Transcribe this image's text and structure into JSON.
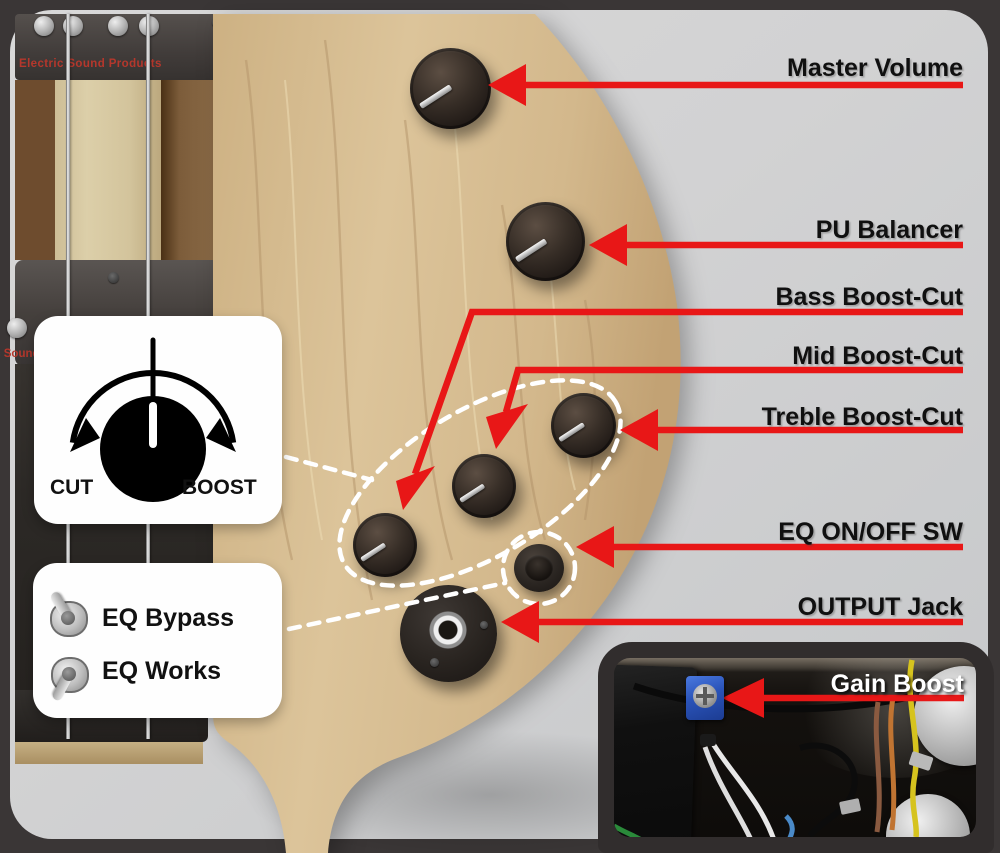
{
  "callouts": [
    {
      "label": "Master Volume"
    },
    {
      "label": "PU Balancer"
    },
    {
      "label": "Bass Boost-Cut"
    },
    {
      "label": "Mid Boost-Cut"
    },
    {
      "label": "Treble Boost-Cut"
    },
    {
      "label": "EQ ON/OFF SW"
    },
    {
      "label": "OUTPUT Jack"
    },
    {
      "label": "Gain Boost"
    }
  ],
  "knob_diagram": {
    "cut_label": "CUT",
    "boost_label": "BOOST"
  },
  "switch_diagram": {
    "bypass_label": "EQ Bypass",
    "works_label": "EQ Works"
  },
  "pickup": {
    "brand": "Electric Sound Products"
  },
  "colors": {
    "arrow_red": "#e81717",
    "dashed_white": "#ffffff",
    "frame_dark": "#3a3636",
    "background_gray": "#d2d2d3",
    "body_wood": "#d7bc90",
    "trimpot_blue": "#2a53b8"
  }
}
